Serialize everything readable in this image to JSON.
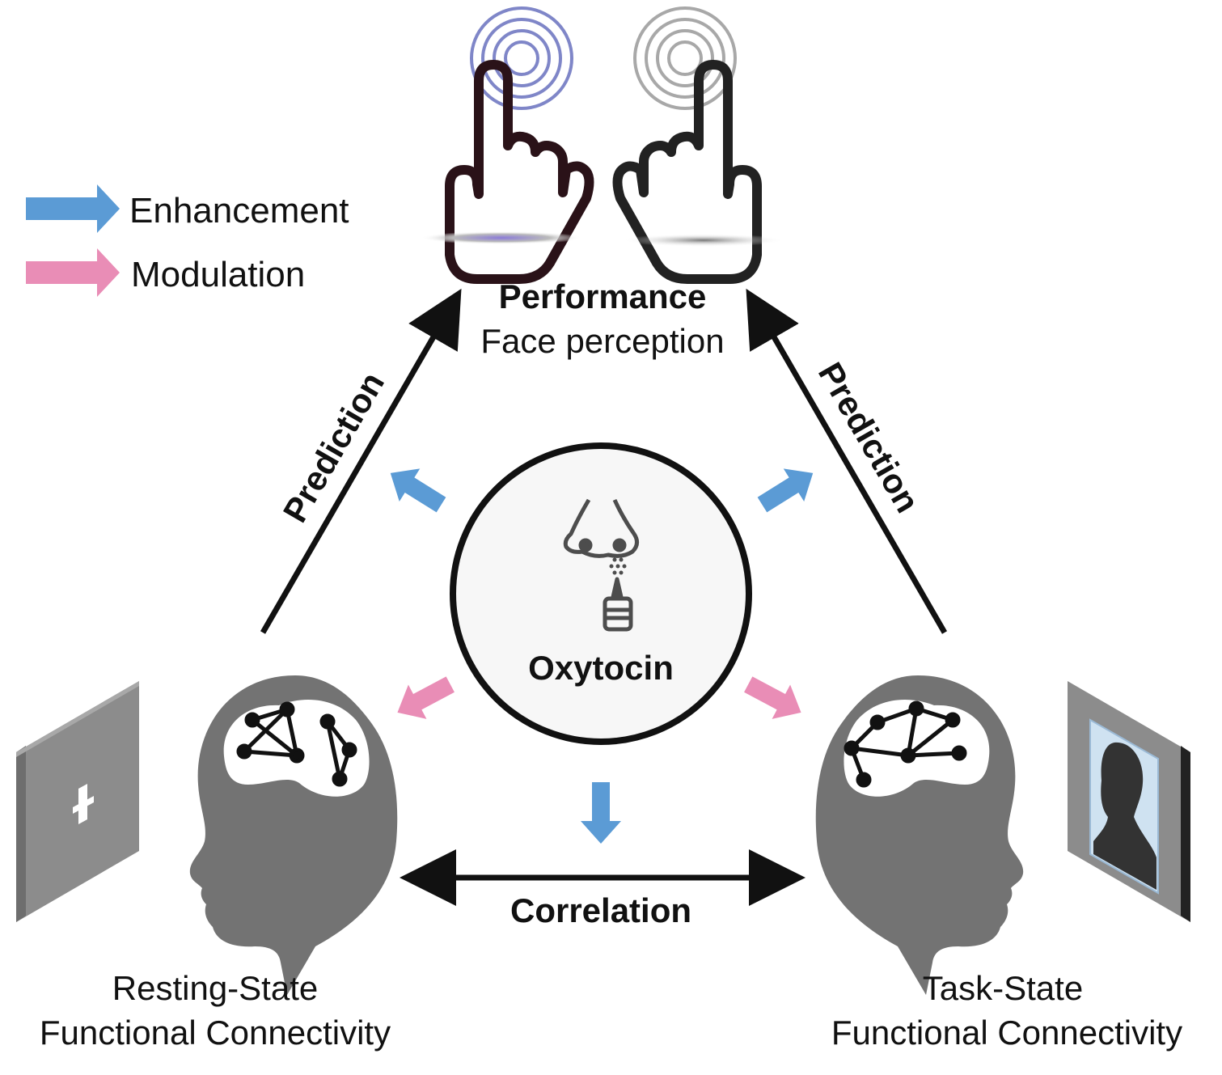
{
  "legend": {
    "enhancement": {
      "label": "Enhancement",
      "color": "#5B9BD5"
    },
    "modulation": {
      "label": "Modulation",
      "color": "#E98DB6"
    }
  },
  "top": {
    "title": "Performance",
    "subtitle": "Face perception"
  },
  "center": {
    "label": "Oxytocin"
  },
  "edges": {
    "left_label": "Prediction",
    "right_label": "Prediction",
    "bottom_label": "Correlation"
  },
  "left_node": {
    "line1": "Resting-State",
    "line2": "Functional Connectivity"
  },
  "right_node": {
    "line1": "Task-State",
    "line2": "Functional Connectivity"
  },
  "colors": {
    "head": "#737373",
    "screen": "#8a8a8a",
    "hand_left": "#2a1218",
    "ripple_left": "#7f86c8",
    "ripple_right": "#a8a8a8"
  }
}
